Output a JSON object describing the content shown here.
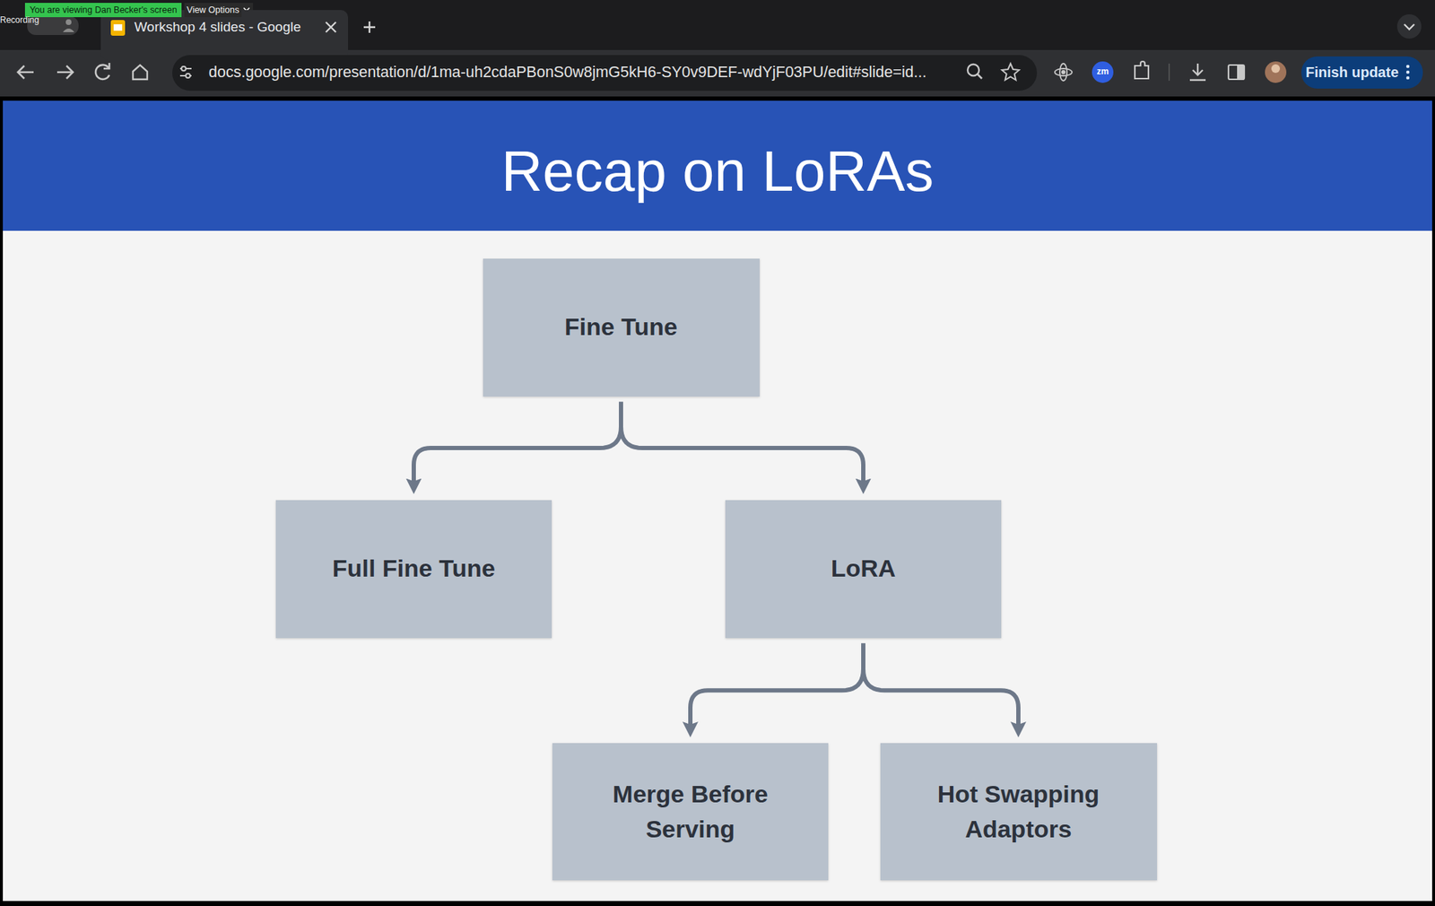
{
  "diagram": {
    "title": "Recap on LoRAs",
    "nodes": [
      {
        "text": [
          "Fine Tune"
        ]
      },
      {
        "text": [
          "Full Fine Tune"
        ]
      },
      {
        "text": [
          "LoRA"
        ]
      },
      {
        "text": [
          "Merge Before Serving"
        ]
      },
      {
        "text": [
          "Hot Swapping Adaptors"
        ]
      }
    ],
    "edges": [
      {
        "from": 0,
        "to": 1,
        "arrow": "to"
      },
      {
        "from": 0,
        "to": 2,
        "arrow": "to"
      },
      {
        "from": 2,
        "to": 3,
        "arrow": "to"
      },
      {
        "from": 2,
        "to": 4,
        "arrow": "to"
      }
    ],
    "labels": [
      "You are viewing Dan Becker's screen",
      "View Options",
      "Recording",
      "Workshop 4 slides - Google",
      "zm",
      "docs.google.com/presentation/d/1ma-uh2cdaPBonS0w8jmG5kH6-SY0v9DEF-wdYjF03PU/edit#slide=id...",
      "Finish update"
    ]
  }
}
